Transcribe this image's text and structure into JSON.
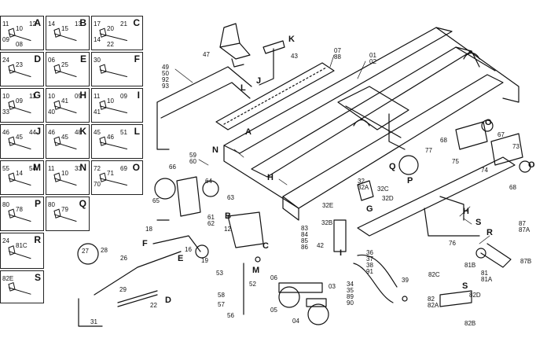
{
  "legend_cells": [
    {
      "letter": "A",
      "nums": [
        "11",
        "10",
        "12",
        "09",
        "08"
      ]
    },
    {
      "letter": "B",
      "nums": [
        "14",
        "15",
        "13"
      ]
    },
    {
      "letter": "C",
      "nums": [
        "17",
        "20",
        "21",
        "14",
        "22"
      ]
    },
    {
      "letter": "D",
      "nums": [
        "24",
        "23"
      ]
    },
    {
      "letter": "E",
      "nums": [
        "06",
        "25"
      ]
    },
    {
      "letter": "F",
      "nums": [
        "30"
      ]
    },
    {
      "letter": "G",
      "nums": [
        "10",
        "09",
        "11",
        "33"
      ]
    },
    {
      "letter": "H",
      "nums": [
        "10",
        "41",
        "09",
        "40"
      ]
    },
    {
      "letter": "I",
      "nums": [
        "11",
        "10",
        "09",
        "41"
      ]
    },
    {
      "letter": "J",
      "nums": [
        "46",
        "45",
        "44"
      ]
    },
    {
      "letter": "K",
      "nums": [
        "46",
        "45",
        "48"
      ]
    },
    {
      "letter": "L",
      "nums": [
        "45",
        "46",
        "51"
      ]
    },
    {
      "letter": "M",
      "nums": [
        "55",
        "14",
        "54"
      ]
    },
    {
      "letter": "N",
      "nums": [
        "11",
        "10",
        "33"
      ]
    },
    {
      "letter": "O",
      "nums": [
        "72",
        "71",
        "69",
        "70"
      ]
    },
    {
      "letter": "P",
      "nums": [
        "80",
        "78"
      ]
    },
    {
      "letter": "Q",
      "nums": [
        "80",
        "79"
      ]
    },
    {
      "letter": "R",
      "nums": [
        "24",
        "81C"
      ]
    },
    {
      "letter": "S",
      "nums": [
        "82E"
      ]
    }
  ],
  "callouts": {
    "c47": "47",
    "c43": "43",
    "cK": "K",
    "cJ": "J",
    "cL": "L",
    "c07": "07",
    "c88": "88",
    "c01": "01",
    "c02": "02",
    "c49": "49",
    "c50": "50",
    "c92": "92",
    "c93": "93",
    "cA": "A",
    "cN": "N",
    "cH": "H",
    "c59": "59",
    "c60": "60",
    "c66": "66",
    "c64": "64",
    "c63": "63",
    "c65": "65",
    "c61": "61",
    "c62": "62",
    "cO1": "O",
    "cO2": "O",
    "c68a": "68",
    "c67": "67",
    "c73": "73",
    "c75": "75",
    "c74": "74",
    "c68b": "68",
    "c77": "77",
    "cQ": "Q",
    "cP": "P",
    "c32": "32",
    "c32A": "32A",
    "c32C": "32C",
    "c32D": "32D",
    "cG": "G",
    "c32E": "32E",
    "c32B": "32B",
    "cH2": "H",
    "cS1": "S",
    "cR1": "R",
    "c76": "76",
    "c87": "87",
    "c87A": "87A",
    "c87B": "87B",
    "c81B": "81B",
    "c81": "81",
    "c81A": "81A",
    "cB": "B",
    "c12": "12",
    "cC": "C",
    "c18": "18",
    "cF": "F",
    "cE": "E",
    "c16": "16",
    "c19": "19",
    "c27": "27",
    "c28": "28",
    "c26": "26",
    "c29": "29",
    "c22": "22",
    "cD": "D",
    "c31": "31",
    "c83": "83",
    "c84": "84",
    "c85": "85",
    "c86": "86",
    "c42": "42",
    "cI": "I",
    "c53": "53",
    "cM": "M",
    "c52": "52",
    "c58": "58",
    "c57": "57",
    "c56": "56",
    "c06": "06",
    "c05": "05",
    "c03": "03",
    "c04": "04",
    "c36": "36",
    "c37": "37",
    "c38": "38",
    "c91": "91",
    "c34": "34",
    "c35": "35",
    "c89": "89",
    "c90": "90",
    "c39": "39",
    "c82C": "82C",
    "c82": "82",
    "c82A": "82A",
    "cS2": "S",
    "c82D": "82D",
    "c82B": "82B"
  }
}
